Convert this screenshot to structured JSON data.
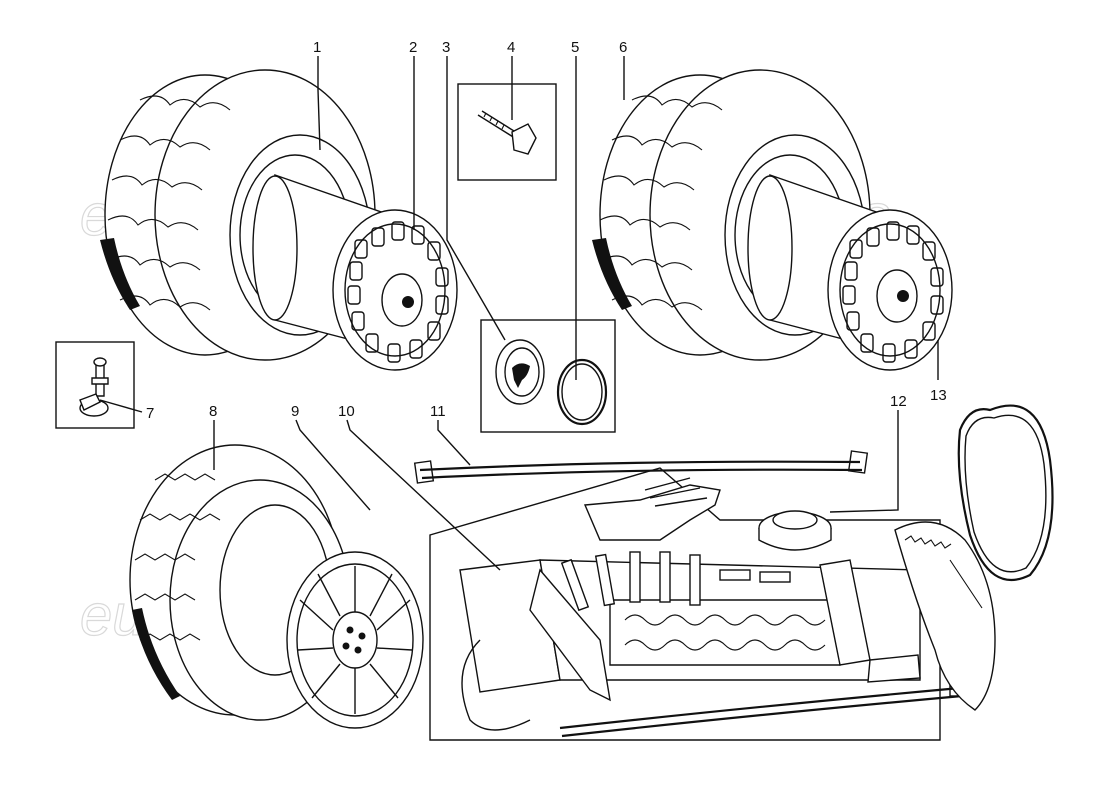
{
  "watermark": "eurospares",
  "callouts": [
    "1",
    "2",
    "3",
    "4",
    "5",
    "6",
    "7",
    "8",
    "9",
    "10",
    "11",
    "12",
    "13"
  ],
  "icons": [
    "rear-wheel-tyre",
    "rim",
    "hubcap",
    "wheel-bolt",
    "retaining-ring",
    "valve",
    "spare-wheel",
    "tool-roll",
    "strap",
    "grip-cap",
    "glove",
    "belt"
  ]
}
